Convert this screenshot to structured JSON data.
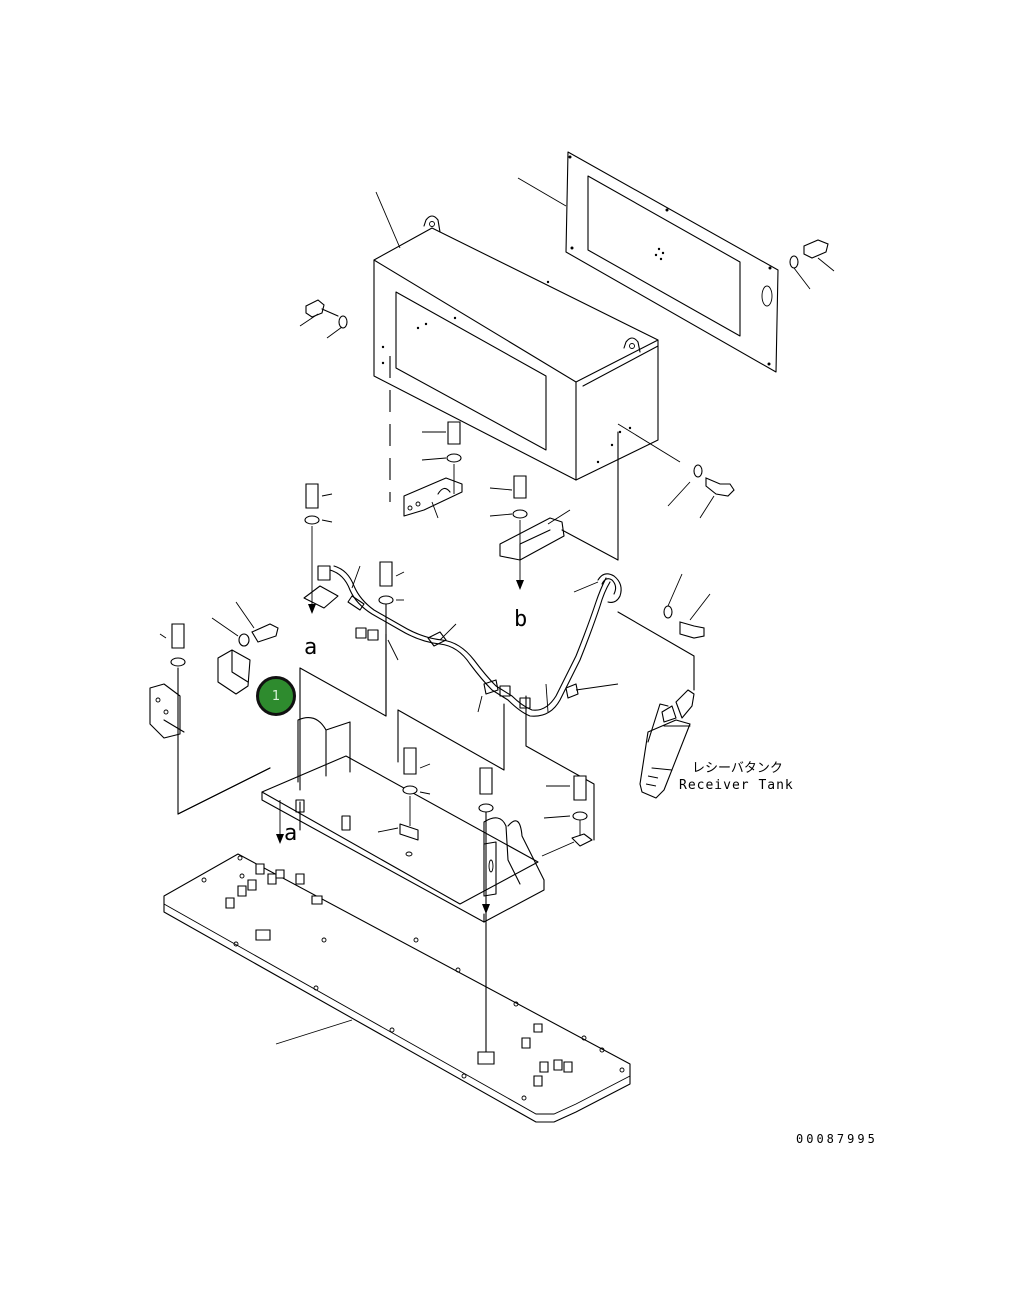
{
  "callout": {
    "number": "1"
  },
  "labels": {
    "receiver_jp": "レシーバタンク",
    "receiver_en": "Receiver Tank",
    "ref_a1": "a",
    "ref_a2": "a",
    "ref_b": "b"
  },
  "drawing_number": "00087995"
}
